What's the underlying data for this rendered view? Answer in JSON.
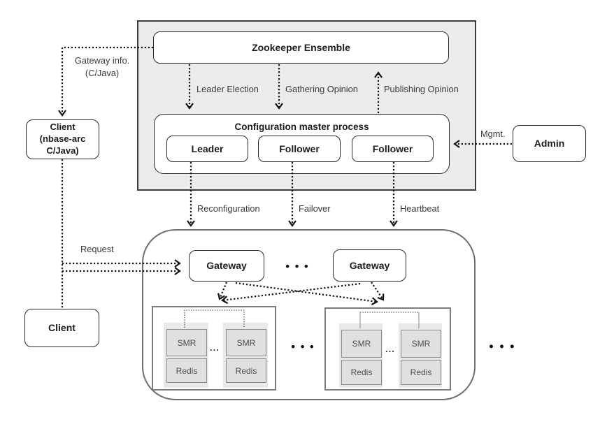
{
  "boxes": {
    "zookeeper": "Zookeeper Ensemble",
    "config_master_title": "Configuration master process",
    "leader": "Leader",
    "follower_1": "Follower",
    "follower_2": "Follower",
    "client_top": [
      "Client",
      "(nbase-arc",
      "C/Java)"
    ],
    "client_bottom": "Client",
    "admin": "Admin",
    "gateway_1": "Gateway",
    "gateway_2": "Gateway"
  },
  "labels": {
    "gateway_info_1": "Gateway info.",
    "gateway_info_2": "(C/Java)",
    "leader_election": "Leader Election",
    "gathering_opinion": "Gathering Opinion",
    "publishing_opinion": "Publishing Opinion",
    "mgmt": "Mgmt.",
    "reconfiguration": "Reconfiguration",
    "failover": "Failover",
    "heartbeat": "Heartbeat",
    "request": "Request"
  },
  "clusters": [
    {
      "panels": [
        {
          "smr": "SMR",
          "redis": "Redis"
        },
        {
          "smr": "SMR",
          "redis": "Redis"
        }
      ],
      "ellipsis": "..."
    },
    {
      "panels": [
        {
          "smr": "SMR",
          "redis": "Redis"
        },
        {
          "smr": "SMR",
          "redis": "Redis"
        }
      ],
      "ellipsis": "..."
    }
  ],
  "ellipsis": {
    "between_gateways": "●●●",
    "between_clusters": "●●●",
    "right_outside": "●●●"
  },
  "colors": {
    "region_fill": "#ececec",
    "region_border": "#3d3d3d",
    "node_border": "#2b2b2b",
    "panel_fill": "#e9e9e9",
    "unit_fill": "#e0e0e0",
    "wire": "#141414"
  }
}
